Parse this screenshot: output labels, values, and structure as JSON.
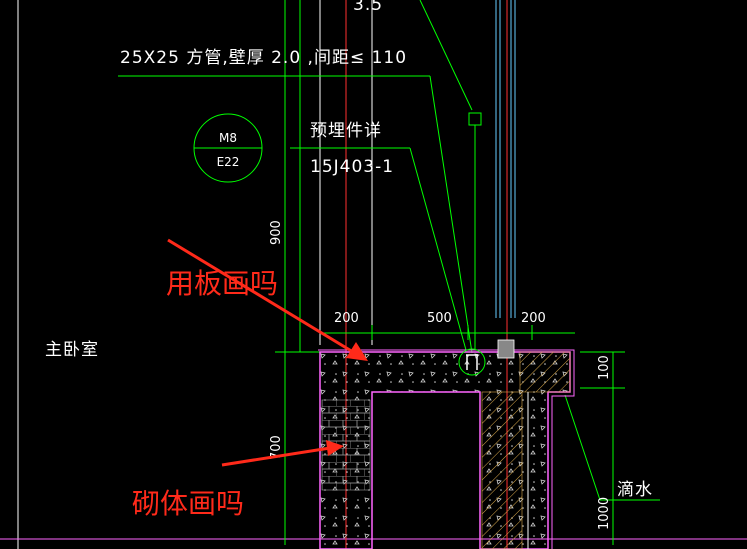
{
  "drawing": {
    "top_number": "3.5",
    "note_line": "25X25  方管,壁厚  2.0 ,间距≤  110",
    "embed_title": "预埋件详",
    "embed_ref": "15J403-1",
    "circle_top": "M8",
    "circle_bottom": "E22",
    "room_label": "主卧室",
    "drip_label": "滴水",
    "dims": {
      "d200_left": "200",
      "d500": "500",
      "d200_right": "200",
      "v900": "900",
      "v700": "700",
      "v100": "100",
      "v1000": "1000"
    }
  },
  "annotations": {
    "board_question": "用板画吗",
    "masonry_question": "砌体画吗"
  },
  "colors": {
    "background": "#000000",
    "wall_outline": "#ff66ff",
    "dimension": "#00ff00",
    "grid_line": "#ff3030",
    "glass": "#66ccff",
    "arrow": "#ff2a1a"
  }
}
